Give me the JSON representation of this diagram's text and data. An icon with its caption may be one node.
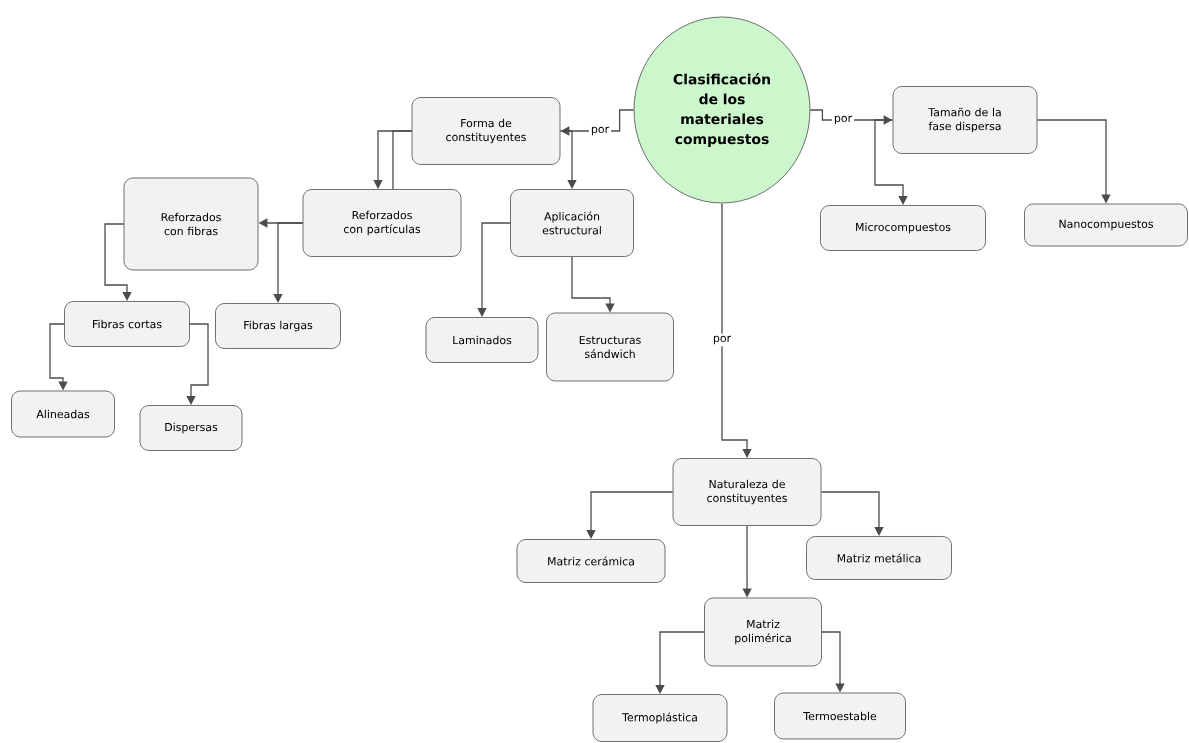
{
  "diagram": {
    "nodes": [
      {
        "text": [
          "Clasificación de los materiales compuestos"
        ]
      },
      {
        "text": [
          "Forma de constituyentes"
        ]
      },
      {
        "text": [
          "Reforzados con partículas"
        ]
      },
      {
        "text": [
          "Aplicación estructural"
        ]
      },
      {
        "text": [
          "Reforzados con fibras"
        ]
      },
      {
        "text": [
          "Fibras cortas"
        ]
      },
      {
        "text": [
          "Fibras largas"
        ]
      },
      {
        "text": [
          "Alineadas"
        ]
      },
      {
        "text": [
          "Dispersas"
        ]
      },
      {
        "text": [
          "Laminados"
        ]
      },
      {
        "text": [
          "Estructuras sándwich"
        ]
      },
      {
        "text": [
          "Tamaño de la fase dispersa"
        ]
      },
      {
        "text": [
          "Microcompuestos"
        ]
      },
      {
        "text": [
          "Nanocompuestos"
        ]
      },
      {
        "text": [
          "Naturaleza de constituyentes"
        ]
      },
      {
        "text": [
          "Matriz cerámica"
        ]
      },
      {
        "text": [
          "Matriz metálica"
        ]
      },
      {
        "text": [
          "Matriz polimérica"
        ]
      },
      {
        "text": [
          "Termoplástica"
        ]
      },
      {
        "text": [
          "Termoestable"
        ]
      }
    ],
    "edges": [
      {
        "from": 0,
        "to": 1,
        "arrow": "to",
        "label": "por"
      },
      {
        "from": 1,
        "to": 3,
        "arrow": "to"
      },
      {
        "from": 1,
        "to": 2,
        "arrow": "to"
      },
      {
        "from": 1,
        "to": 2,
        "arrow": "none"
      },
      {
        "from": 2,
        "to": 4,
        "arrow": "to"
      },
      {
        "from": 2,
        "to": 6,
        "arrow": "to"
      },
      {
        "from": 4,
        "to": 5,
        "arrow": "to"
      },
      {
        "from": 5,
        "to": 7,
        "arrow": "to"
      },
      {
        "from": 5,
        "to": 8,
        "arrow": "to"
      },
      {
        "from": 3,
        "to": 9,
        "arrow": "to"
      },
      {
        "from": 3,
        "to": 10,
        "arrow": "to"
      },
      {
        "from": 0,
        "to": 11,
        "arrow": "to",
        "label": "por"
      },
      {
        "from": 11,
        "to": 12,
        "arrow": "to"
      },
      {
        "from": 11,
        "to": 13,
        "arrow": "to"
      },
      {
        "from": 0,
        "to": 14,
        "arrow": "to",
        "label": "por"
      },
      {
        "from": 14,
        "to": 15,
        "arrow": "to"
      },
      {
        "from": 14,
        "to": 16,
        "arrow": "to"
      },
      {
        "from": 14,
        "to": 17,
        "arrow": "to"
      },
      {
        "from": 17,
        "to": 18,
        "arrow": "to"
      },
      {
        "from": 17,
        "to": 19,
        "arrow": "to"
      }
    ]
  }
}
